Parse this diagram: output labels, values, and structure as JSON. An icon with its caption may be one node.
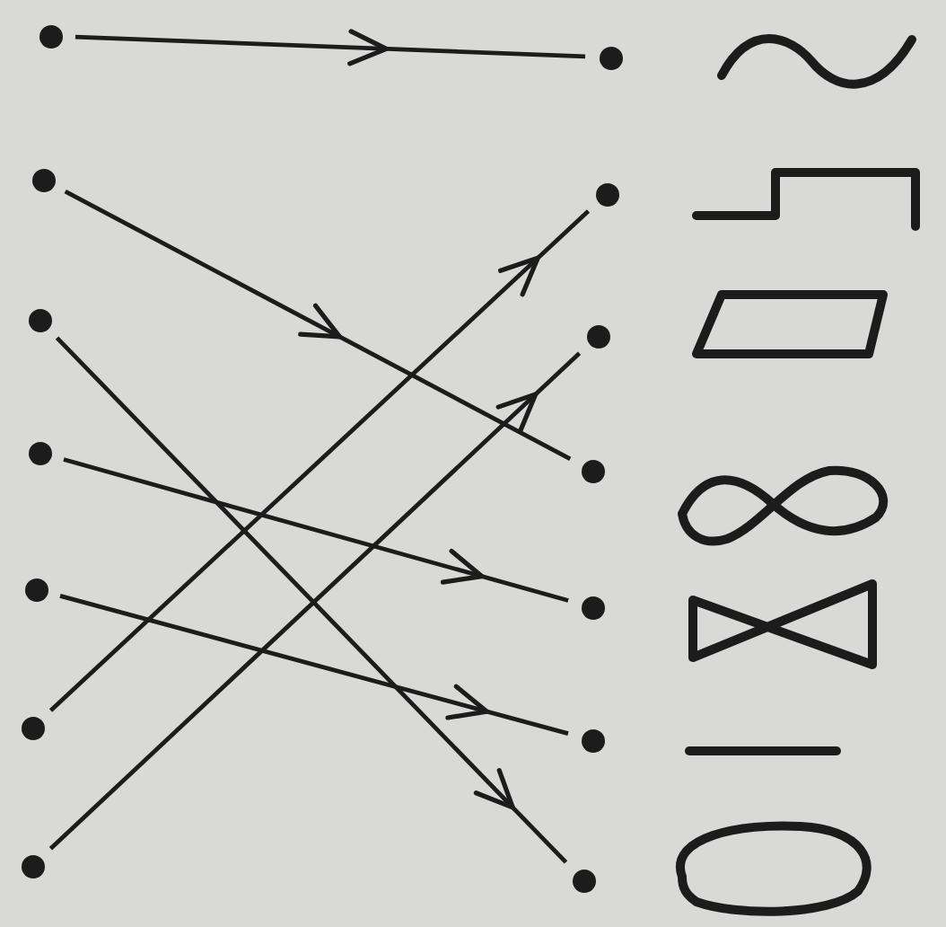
{
  "diagram": {
    "nodes": [
      {
        "text": [],
        "shape": "circle"
      },
      {
        "text": [],
        "shape": "circle"
      },
      {
        "text": [],
        "shape": "circle"
      },
      {
        "text": [],
        "shape": "circle"
      },
      {
        "text": [],
        "shape": "circle"
      },
      {
        "text": [],
        "shape": "circle"
      },
      {
        "text": [],
        "shape": "circle"
      },
      {
        "text": [],
        "shape": "circle"
      },
      {
        "text": [],
        "shape": "circle"
      },
      {
        "text": [],
        "shape": "circle"
      },
      {
        "text": [],
        "shape": "circle"
      },
      {
        "text": [],
        "shape": "circle"
      },
      {
        "text": [],
        "shape": "circle"
      },
      {
        "text": [],
        "shape": "circle"
      }
    ],
    "edges": [
      {
        "from": 0,
        "to": 7,
        "arrow": "to"
      },
      {
        "from": 1,
        "to": 10,
        "arrow": "to"
      },
      {
        "from": 2,
        "to": 13,
        "arrow": "to"
      },
      {
        "from": 3,
        "to": 11,
        "arrow": "to"
      },
      {
        "from": 4,
        "to": 12,
        "arrow": "to"
      },
      {
        "from": 5,
        "to": 8,
        "arrow": "to"
      },
      {
        "from": 6,
        "to": 9,
        "arrow": "to"
      }
    ]
  }
}
